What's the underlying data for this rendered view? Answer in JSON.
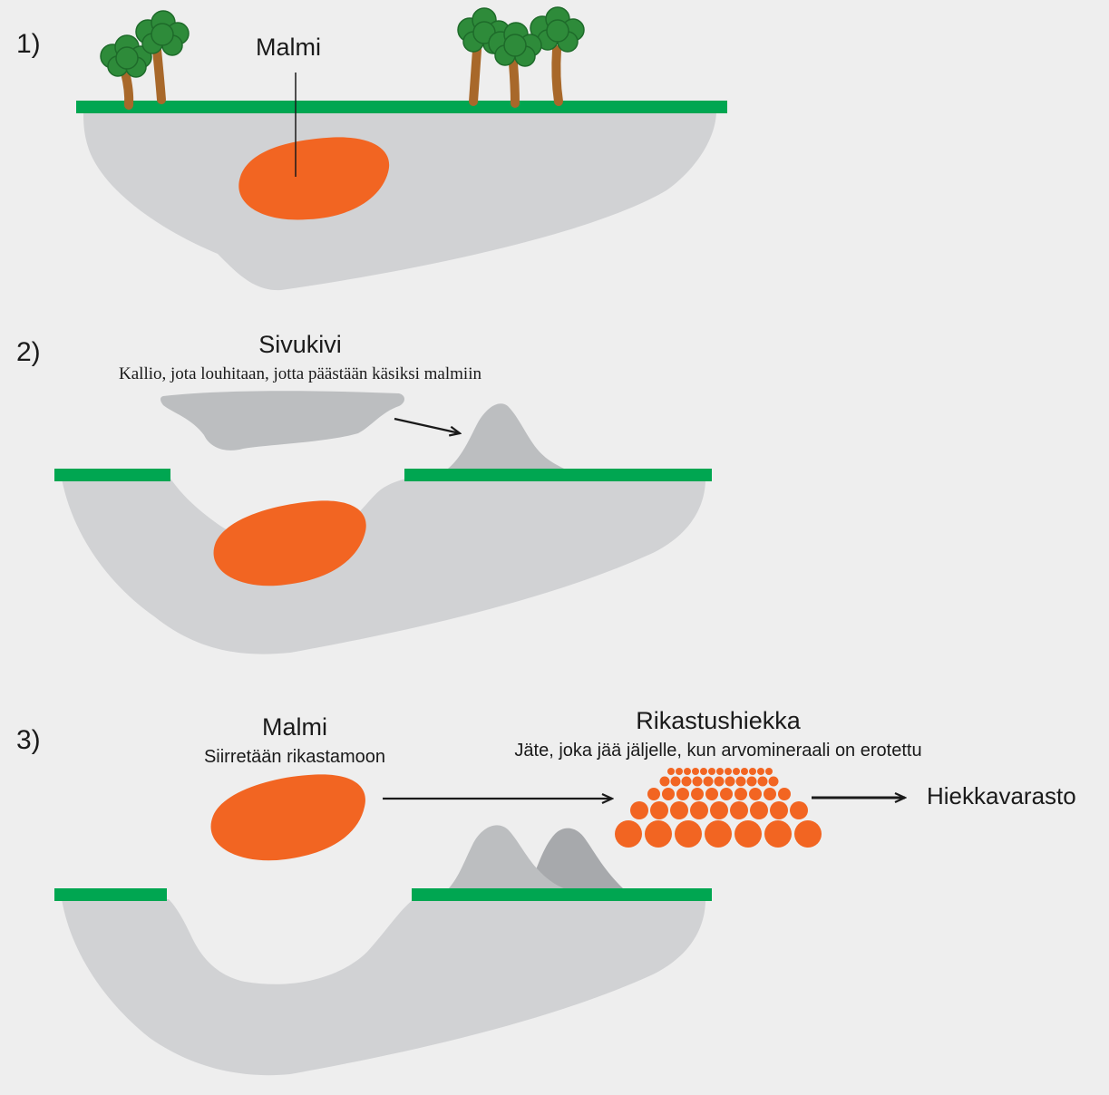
{
  "colors": {
    "background": "#eeeeee",
    "bedrock": "#d1d2d4",
    "ground": "#00a651",
    "ore": "#f26522",
    "waste_rock": "#bcbec0",
    "waste_rock_dark": "#a7a9ac",
    "tree_canopy": "#2e8b3a",
    "tree_trunk": "#a8682a",
    "ink": "#1a1a1a"
  },
  "steps": [
    {
      "number": "1)",
      "labels": {
        "ore": "Malmi"
      }
    },
    {
      "number": "2)",
      "labels": {
        "waste_rock_title": "Sivukivi",
        "waste_rock_desc": "Kallio, jota louhitaan, jotta päästään käsiksi malmiin"
      }
    },
    {
      "number": "3)",
      "labels": {
        "ore_title": "Malmi",
        "ore_desc": "Siirretään rikastamoon",
        "tailings_title": "Rikastushiekka",
        "tailings_desc": "Jäte, joka jää jäljelle, kun arvomineraali on erotettu",
        "storage": "Hiekkavarasto"
      }
    }
  ]
}
